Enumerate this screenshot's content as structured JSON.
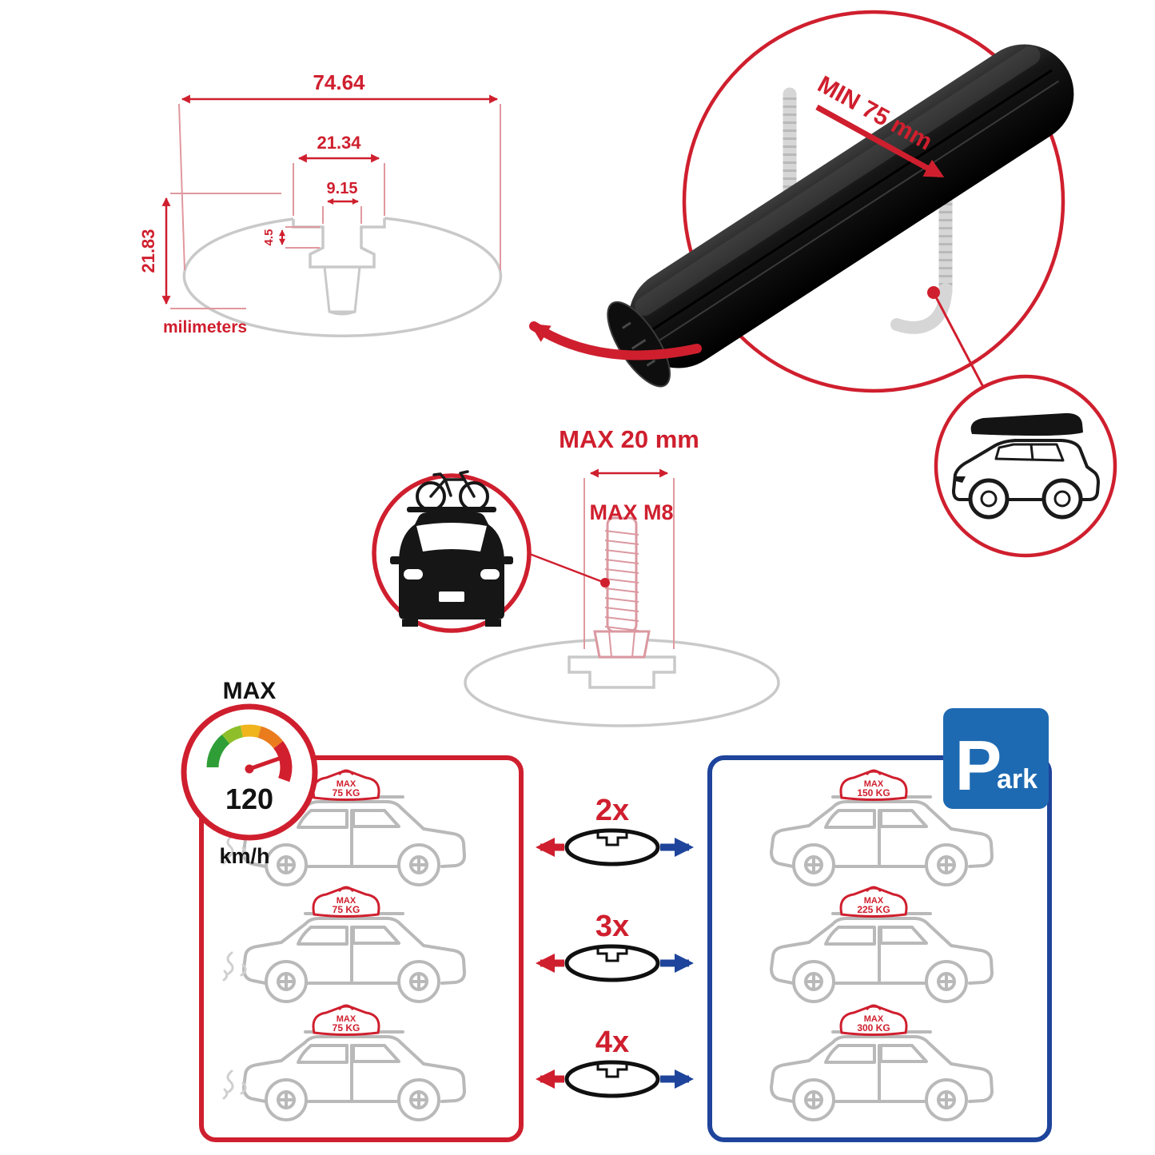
{
  "colors": {
    "red": "#cf1f2e",
    "panel_blue": "#1e449b",
    "sign_blue": "#1e6ab2",
    "gray": "#c9c9c9",
    "bar_black": "#101010"
  },
  "dimensions": {
    "total_width": "74.64",
    "channel_width": "21.34",
    "slot_width": "9.15",
    "slot_depth": "4.5",
    "total_height": "21.83",
    "unit_label": "milimeters"
  },
  "clamp": {
    "label": "MIN 75 mm"
  },
  "bolt": {
    "width_label": "MAX 20 mm",
    "thread_label": "MAX M8"
  },
  "speed": {
    "title": "MAX",
    "value": "120",
    "unit": "km/h"
  },
  "capacity": {
    "left": [
      {
        "label": "MAX",
        "weight": "75 KG"
      },
      {
        "label": "MAX",
        "weight": "75 KG"
      },
      {
        "label": "MAX",
        "weight": "75 KG"
      }
    ],
    "right": [
      {
        "label": "MAX",
        "weight": "150 KG"
      },
      {
        "label": "MAX",
        "weight": "225 KG"
      },
      {
        "label": "MAX",
        "weight": "300 KG"
      }
    ],
    "multipliers": [
      "2x",
      "3x",
      "4x"
    ],
    "park": {
      "letter": "P",
      "rest": "ark"
    }
  }
}
